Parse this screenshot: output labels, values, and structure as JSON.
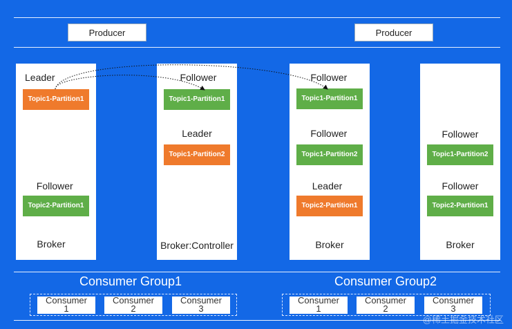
{
  "producers": [
    {
      "label": "Producer"
    },
    {
      "label": "Producer"
    }
  ],
  "brokers": [
    {
      "label": "Broker",
      "roles": [
        "Leader",
        "Follower"
      ],
      "partitions": [
        {
          "name": "Topic1-Partition1",
          "kind": "leader"
        },
        {
          "name": "Topic2-Partition1",
          "kind": "follower"
        }
      ]
    },
    {
      "label": "Broker:Controller",
      "roles": [
        "Follower",
        "Leader"
      ],
      "partitions": [
        {
          "name": "Topic1-Partition1",
          "kind": "follower"
        },
        {
          "name": "Topic1-Partition2",
          "kind": "leader"
        }
      ]
    },
    {
      "label": "Broker",
      "roles": [
        "Follower",
        "Follower",
        "Leader"
      ],
      "partitions": [
        {
          "name": "Topic1-Partition1",
          "kind": "follower"
        },
        {
          "name": "Topic1-Partition2",
          "kind": "follower"
        },
        {
          "name": "Topic2-Partition1",
          "kind": "leader"
        }
      ]
    },
    {
      "label": "Broker",
      "roles": [
        "Follower",
        "Follower"
      ],
      "partitions": [
        {
          "name": "Topic1-Partition2",
          "kind": "follower"
        },
        {
          "name": "Topic2-Partition1",
          "kind": "follower"
        }
      ]
    }
  ],
  "consumer_groups": [
    {
      "title": "Consumer Group1",
      "consumers": [
        {
          "name": "Consumer",
          "index": "1"
        },
        {
          "name": "Consumer",
          "index": "2"
        },
        {
          "name": "Consumer",
          "index": "3"
        }
      ]
    },
    {
      "title": "Consumer Group2",
      "consumers": [
        {
          "name": "Consumer",
          "index": "1"
        },
        {
          "name": "Consumer",
          "index": "2"
        },
        {
          "name": "Consumer",
          "index": "3"
        }
      ]
    }
  ],
  "watermark": "@稀土掘金技术社区",
  "colors": {
    "background": "#1368e6",
    "leader_partition": "#ef7a2c",
    "follower_partition": "#5fae48"
  }
}
